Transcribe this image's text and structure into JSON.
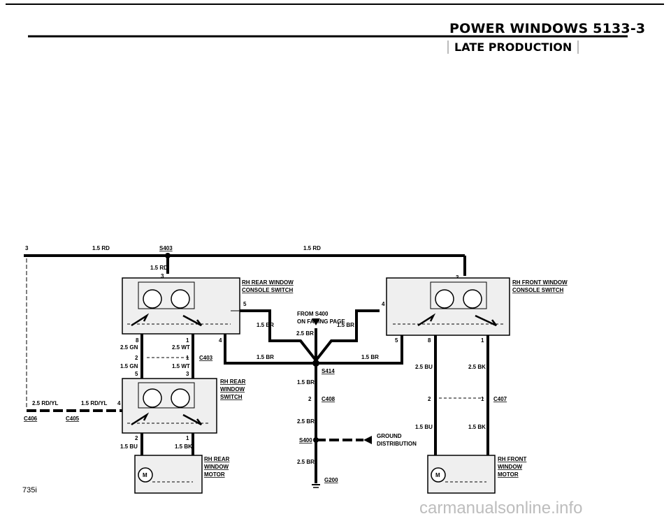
{
  "header": {
    "title": "POWER WINDOWS  5133-3",
    "subtitle": "LATE PRODUCTION"
  },
  "footer": {
    "model": "735i",
    "watermark": "carmanualsonline.info"
  },
  "wire_labels": {
    "top_left": "1.5 RD",
    "top_right": "1.5 RD",
    "s403": "S403",
    "drop": "1.5 RD",
    "pin3_top_left": "3",
    "pin3_sw1": "3",
    "pin3_sw3": "3",
    "gn25": "2.5 GN",
    "wt25": "2.5 WT",
    "gn15": "1.5 GN",
    "wt15": "1.5 WT",
    "c403": "C403",
    "rdyl25": "2.5 RD/YL",
    "rdyl15": "1.5 RD/YL",
    "c406": "C406",
    "c405": "C405",
    "bu15_l": "1.5 BU",
    "bk15_l": "1.5 BK",
    "br_a": "1.5 BR",
    "br_b": "1.5 BR",
    "br_c": "2.5 BR",
    "br_d": "1.5 BR",
    "br_e": "1.5 BR",
    "br_f": "1.5 BR",
    "br_g": "2.5 BR",
    "br_h": "2.5 BR",
    "s414": "S414",
    "c408": "C408",
    "s400": "S400",
    "g200": "G200",
    "from1": "FROM S400",
    "from2": "ON FACING PAGE",
    "gnd1": "GROUND",
    "gnd2": "DISTRIBUTION",
    "bu25": "2.5 BU",
    "bk25": "2.5 BK",
    "bu15_r": "1.5 BU",
    "bk15_r": "1.5 BK",
    "c407": "C407",
    "p8a": "8",
    "p1a": "1",
    "p4a": "4",
    "p5a": "5",
    "p2a": "2",
    "p1b": "1",
    "p5b": "5",
    "p3b": "3",
    "p4b": "4",
    "p2b": "2",
    "p1c": "1",
    "p4c": "4",
    "p5c": "5",
    "p8c": "8",
    "p1d": "1",
    "p2d": "2",
    "p1e": "1",
    "p2c": "2"
  },
  "components": {
    "rh_rear_console_1": "RH REAR WINDOW",
    "rh_rear_console_2": "CONSOLE SWITCH",
    "rh_rear_sw_1": "RH REAR",
    "rh_rear_sw_2": "WINDOW",
    "rh_rear_sw_3": "SWITCH",
    "rh_rear_motor_1": "RH REAR",
    "rh_rear_motor_2": "WINDOW",
    "rh_rear_motor_3": "MOTOR",
    "rh_front_console_1": "RH FRONT WINDOW",
    "rh_front_console_2": "CONSOLE SWITCH",
    "rh_front_motor_1": "RH FRONT",
    "rh_front_motor_2": "WINDOW",
    "rh_front_motor_3": "MOTOR",
    "motor_m": "M"
  }
}
